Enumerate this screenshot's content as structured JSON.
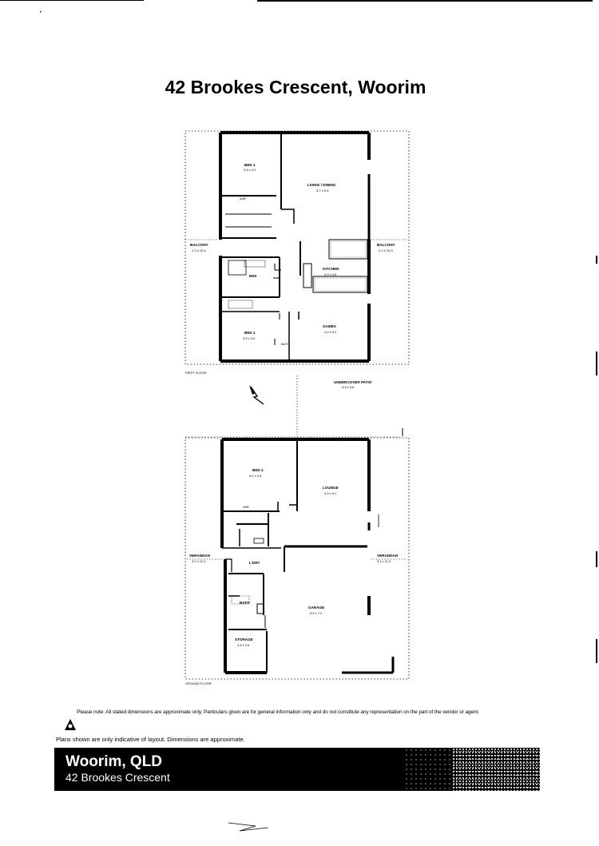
{
  "title": "42 Brookes Crescent, Woorim",
  "first_floor": {
    "label": "FIRST FLOOR",
    "rooms": [
      {
        "name": "BED 1",
        "size": "3.4 x 4.2"
      },
      {
        "name": "LIVING / DINING",
        "size": "3.7 x 5.9"
      },
      {
        "name": "BALCONY",
        "size": "2.2 x 10.4"
      },
      {
        "name": "BALCONY",
        "size": "2.2 x 10.3"
      },
      {
        "name": "ENS",
        "size": ""
      },
      {
        "name": "KITCHEN",
        "size": "4.0 x 2.8"
      },
      {
        "name": "BED 2",
        "size": "3.3 x 3.0"
      },
      {
        "name": "GAMES",
        "size": "4.0 x 5.2"
      },
      {
        "name": "WIR",
        "size": ""
      },
      {
        "name": "BATH",
        "size": ""
      }
    ]
  },
  "ground_floor": {
    "label": "GROUND FLOOR",
    "rooms": [
      {
        "name": "UNDERCOVER PATIO",
        "size": "4.3 x 3.8"
      },
      {
        "name": "BED 4",
        "size": "4.2 x 3.9"
      },
      {
        "name": "LOUNGE",
        "size": "4.9 x 6.1"
      },
      {
        "name": "VERANDAH",
        "size": "3.2 x 12.4"
      },
      {
        "name": "VERANDAH",
        "size": "3.1 x 11.4"
      },
      {
        "name": "L'DRY",
        "size": ""
      },
      {
        "name": "BATH",
        "size": ""
      },
      {
        "name": "GARAGE",
        "size": "5.5 x 7.2"
      },
      {
        "name": "STORAGE",
        "size": "2.8 x 3.5"
      },
      {
        "name": "WIR",
        "size": ""
      }
    ]
  },
  "disclaimer_main": "Please note: All stated dimensions are approximate only. Particulars given are for general information only and do not constitute any representation on the part of the vendor or agent.",
  "disclaimer_layout": "Plans shown are only indicative of layout. Dimensions are approximate.",
  "footer": {
    "suburb": "Woorim, QLD",
    "street": "42 Brookes Crescent"
  }
}
